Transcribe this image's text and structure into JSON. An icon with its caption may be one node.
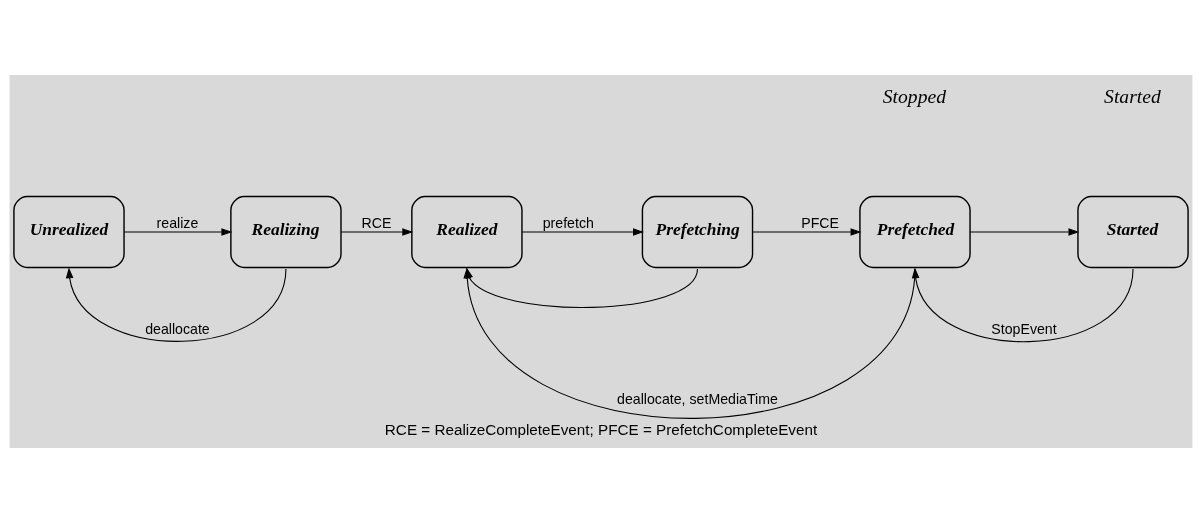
{
  "diagram": {
    "caption": "RCE = RealizeCompleteEvent; PFCE = PrefetchCompleteEvent",
    "nodes": [
      {
        "text": [
          "Unrealized"
        ]
      },
      {
        "text": [
          "Realizing"
        ]
      },
      {
        "text": [
          "Realized"
        ]
      },
      {
        "text": [
          "Prefetching"
        ]
      },
      {
        "text": [
          "Prefetched"
        ]
      },
      {
        "text": [
          "Started"
        ]
      }
    ],
    "edges": [
      {
        "from": 0,
        "to": 1,
        "arrow": "to",
        "label": "realize"
      },
      {
        "from": 1,
        "to": 2,
        "arrow": "to",
        "label": "RCE"
      },
      {
        "from": 2,
        "to": 3,
        "arrow": "to",
        "label": "prefetch"
      },
      {
        "from": 3,
        "to": 4,
        "arrow": "to",
        "label": "PFCE"
      },
      {
        "from": 4,
        "to": 5,
        "arrow": "to"
      },
      {
        "from": 1,
        "to": 0,
        "arrow": "to",
        "label": "deallocate"
      },
      {
        "from": 3,
        "to": 2,
        "arrow": "to"
      },
      {
        "from": 4,
        "to": 2,
        "arrow": "to",
        "label": "deallocate, setMediaTime"
      },
      {
        "from": 5,
        "to": 4,
        "arrow": "to",
        "label": "StopEvent"
      }
    ],
    "labels": [
      "Stopped",
      "Started"
    ]
  }
}
